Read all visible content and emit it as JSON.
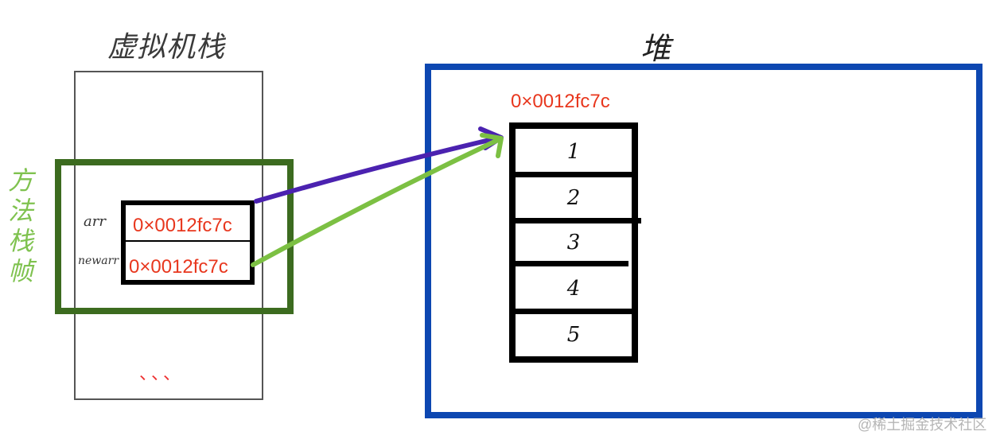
{
  "stack": {
    "title": "虚拟机栈",
    "frame_label": "方法栈帧",
    "variables": [
      {
        "name": "arr",
        "value": "0×0012fc7c"
      },
      {
        "name": "newarr",
        "value": "0×0012fc7c"
      }
    ],
    "ellipsis": "、、、"
  },
  "heap": {
    "title": "堆",
    "address": "0×0012fc7c",
    "elements": [
      "1",
      "2",
      "3",
      "4",
      "5"
    ]
  },
  "colors": {
    "stack_border": "#555555",
    "frame_border": "#3c6b1f",
    "frame_label": "#7fc24f",
    "heap_border": "#0d47b1",
    "address_text": "#e8371e",
    "arrow_arr": "#4b22b0",
    "arrow_newarr": "#7cc043"
  },
  "watermark": "@稀土掘金技术社区"
}
